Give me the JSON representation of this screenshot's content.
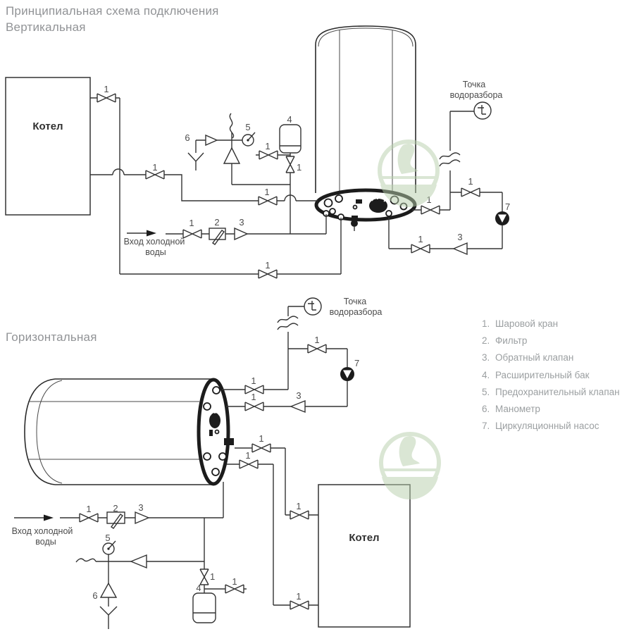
{
  "titles": {
    "main": "Принципиальная схема подключения",
    "vertical": "Вертикальная",
    "horizontal": "Горизонтальная"
  },
  "labels": {
    "boiler": "Котел",
    "cold_inlet_line1": "Вход холодной",
    "cold_inlet_line2": "воды",
    "tap_line1": "Точка",
    "tap_line2": "водоразбора"
  },
  "markers": {
    "n1": "1",
    "n2": "2",
    "n3": "3",
    "n4": "4",
    "n5": "5",
    "n6": "6",
    "n7": "7"
  },
  "legend": {
    "items": [
      {
        "num": "1.",
        "text": "Шаровой кран"
      },
      {
        "num": "2.",
        "text": "Фильтр"
      },
      {
        "num": "3.",
        "text": "Обратный клапан"
      },
      {
        "num": "4.",
        "text": "Расширительный бак"
      },
      {
        "num": "5.",
        "text": "Предохранительный клапан"
      },
      {
        "num": "6.",
        "text": "Манометр"
      },
      {
        "num": "7.",
        "text": "Циркуляционный насос"
      }
    ]
  },
  "colors": {
    "line": "#333333",
    "label": "#4d4d4d",
    "title": "#919396",
    "legend_text": "#9b9fa1",
    "watermark": "#b7cfab",
    "pump_fill": "#1c1c1c",
    "background": "#ffffff"
  }
}
